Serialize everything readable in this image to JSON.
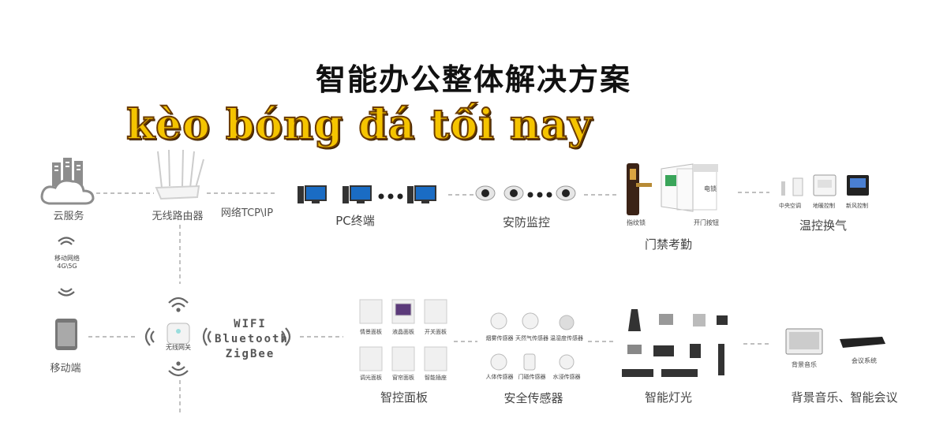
{
  "title": "智能办公整体解决方案",
  "overlay_text": "kèo bóng đá tối nay",
  "nodes": {
    "cloud": "云服务",
    "router": "无线路由器",
    "network": "网络TCP\\IP",
    "pc": "PC终端",
    "security_monitor": "安防监控",
    "access": "门禁考勤",
    "climate": "温控换气",
    "mobile_net_1": "移动网络",
    "mobile_net_2": "4G\\5G",
    "mobile": "移动端",
    "gateway": "无线网关",
    "protocols": [
      "WIFI",
      "Bluetooth",
      "ZigBee"
    ],
    "panel": "智控面板",
    "sensor": "安全传感器",
    "lighting": "智能灯光",
    "music_meeting": "背景音乐、智能会议"
  },
  "sub": {
    "fingerprint_lock": "指纹锁",
    "door_button": "开门按钮",
    "electric_lock": "电锁",
    "central_ac": "中央空调",
    "floor_heat": "地暖控制",
    "fresh_air": "新风控制",
    "panels": [
      "情景面板",
      "液晶面板",
      "开关面板",
      "调光面板",
      "窗帘面板",
      "智能插座"
    ],
    "sensors": [
      "烟雾传感器",
      "天然气传感器",
      "温湿度传感器",
      "人体传感器",
      "门磁传感器",
      "水浸传感器"
    ],
    "bg_music": "背景音乐",
    "meeting": "会议系统"
  }
}
